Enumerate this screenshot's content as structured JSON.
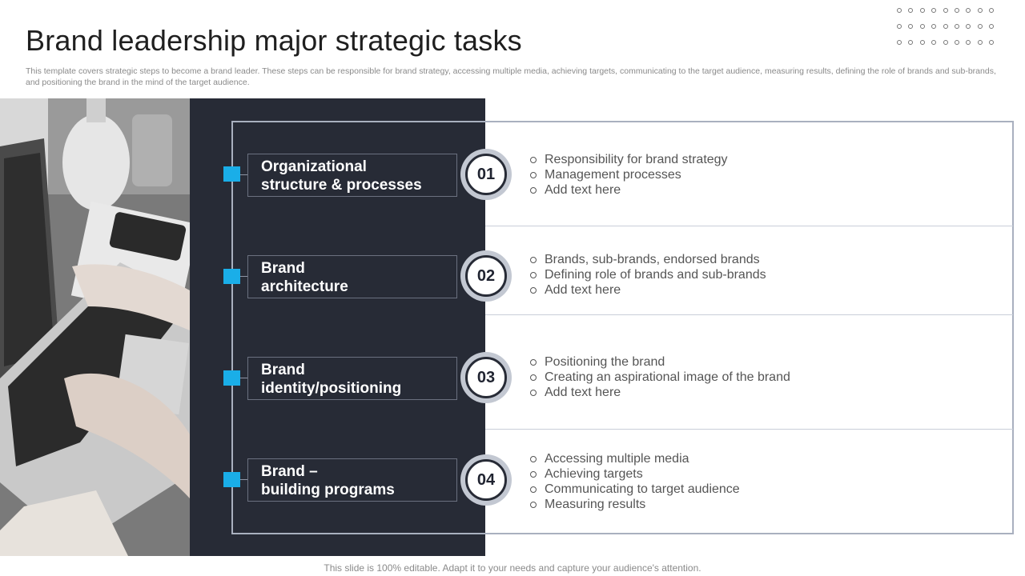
{
  "slide": {
    "title": "Brand leadership major strategic tasks",
    "subtitle": "This template covers strategic steps to become a brand leader. These steps can be responsible for brand strategy, accessing multiple media, achieving targets, communicating to the target audience, measuring results, defining the role of brands and sub-brands, and positioning the brand in the mind of the target audience.",
    "footer": "This slide is 100% editable. Adapt it to your needs and capture your audience's attention."
  },
  "colors": {
    "accent": "#1aaee8",
    "dark_panel": "#272b36",
    "frame": "#a9b0bf"
  },
  "steps": [
    {
      "number": "01",
      "title_lines": [
        "Organizational",
        "structure & processes"
      ],
      "bullets": [
        "Responsibility for brand strategy",
        "Management processes",
        "Add text here"
      ]
    },
    {
      "number": "02",
      "title_lines": [
        "Brand",
        "architecture"
      ],
      "bullets": [
        "Brands, sub-brands, endorsed brands",
        "Defining role of brands and sub-brands",
        "Add text here"
      ]
    },
    {
      "number": "03",
      "title_lines": [
        "Brand",
        "identity/positioning"
      ],
      "bullets": [
        "Positioning the brand",
        "Creating an aspirational image of the brand",
        "Add text here"
      ]
    },
    {
      "number": "04",
      "title_lines": [
        "Brand –",
        "building programs"
      ],
      "bullets": [
        "Accessing multiple media",
        "Achieving targets",
        "Communicating to target audience",
        "Measuring results"
      ]
    }
  ]
}
